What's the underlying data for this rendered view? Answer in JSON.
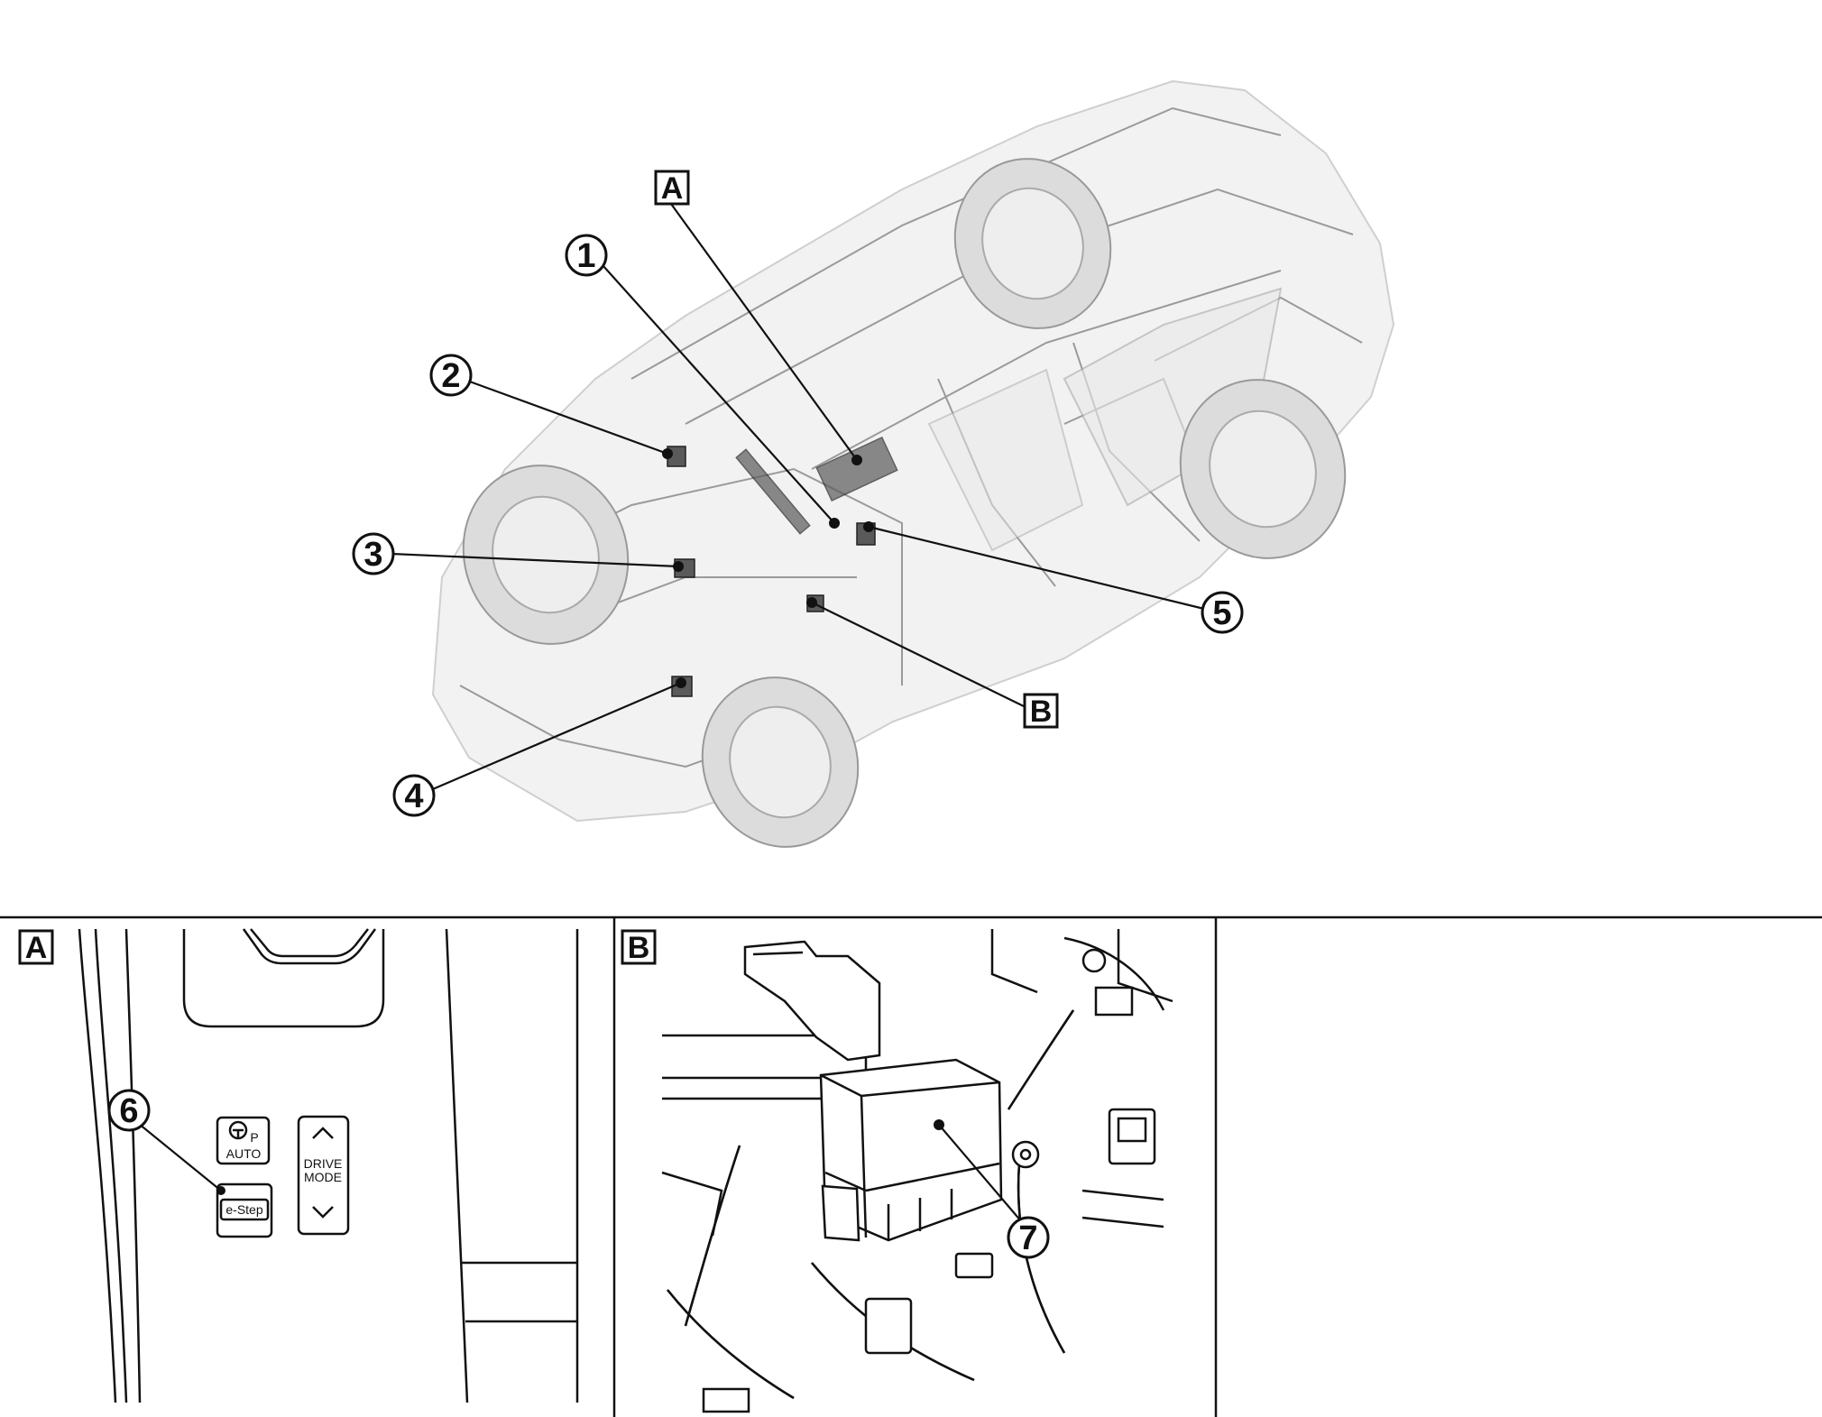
{
  "callouts": {
    "c1": "1",
    "c2": "2",
    "c3": "3",
    "c4": "4",
    "c5": "5",
    "c6": "6",
    "c7": "7"
  },
  "detail_labels": {
    "a": "A",
    "b": "B"
  },
  "switch_panel": {
    "auto_label": "AUTO",
    "p_label": "P",
    "estep_label": "e-Step",
    "drive_mode_line1": "DRIVE",
    "drive_mode_line2": "MODE"
  }
}
